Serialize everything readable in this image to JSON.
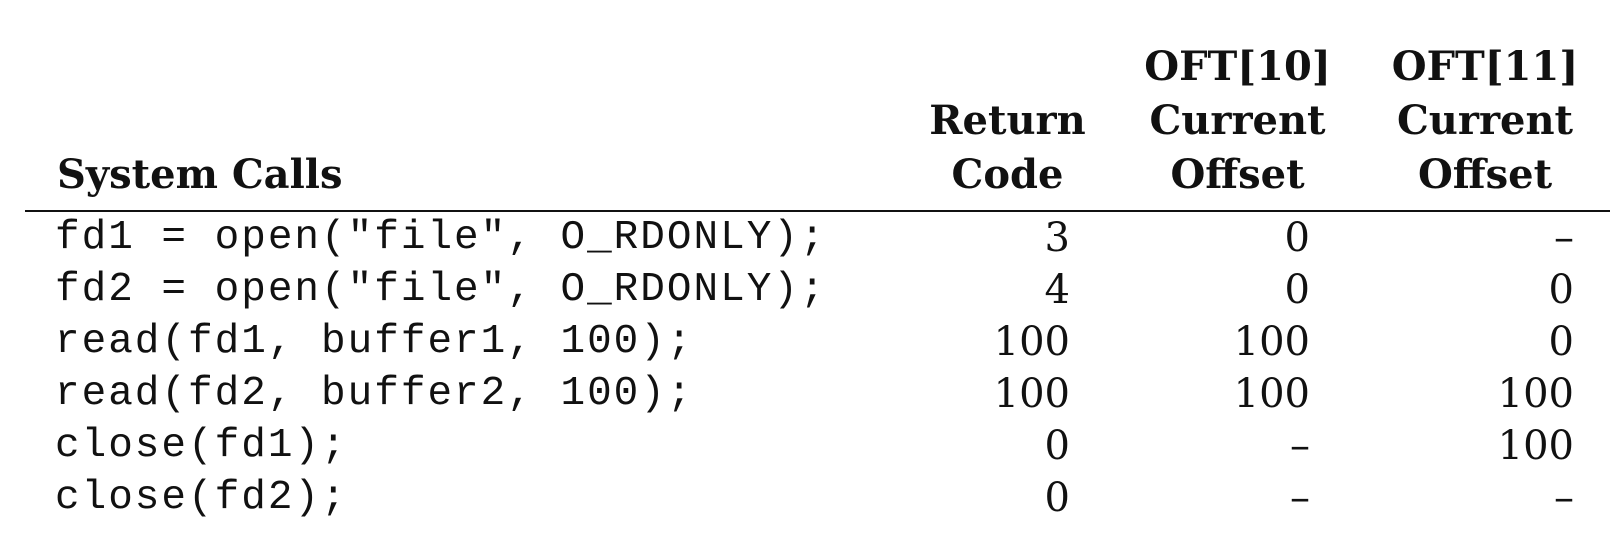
{
  "headers": {
    "system_calls": "System Calls",
    "return_code": [
      "Return",
      "Code"
    ],
    "oft10": [
      "OFT[10]",
      "Current",
      "Offset"
    ],
    "oft11": [
      "OFT[11]",
      "Current",
      "Offset"
    ]
  },
  "rows": [
    {
      "call": "fd1 = open(\"file\", O_RDONLY);",
      "return_code": "3",
      "oft10": "0",
      "oft11": "–"
    },
    {
      "call": "fd2 = open(\"file\", O_RDONLY);",
      "return_code": "4",
      "oft10": "0",
      "oft11": "0"
    },
    {
      "call": "read(fd1, buffer1, 100);",
      "return_code": "100",
      "oft10": "100",
      "oft11": "0"
    },
    {
      "call": "read(fd2, buffer2, 100);",
      "return_code": "100",
      "oft10": "100",
      "oft11": "100"
    },
    {
      "call": "close(fd1);",
      "return_code": "0",
      "oft10": "–",
      "oft11": "100"
    },
    {
      "call": "close(fd2);",
      "return_code": "0",
      "oft10": "–",
      "oft11": "–"
    }
  ]
}
